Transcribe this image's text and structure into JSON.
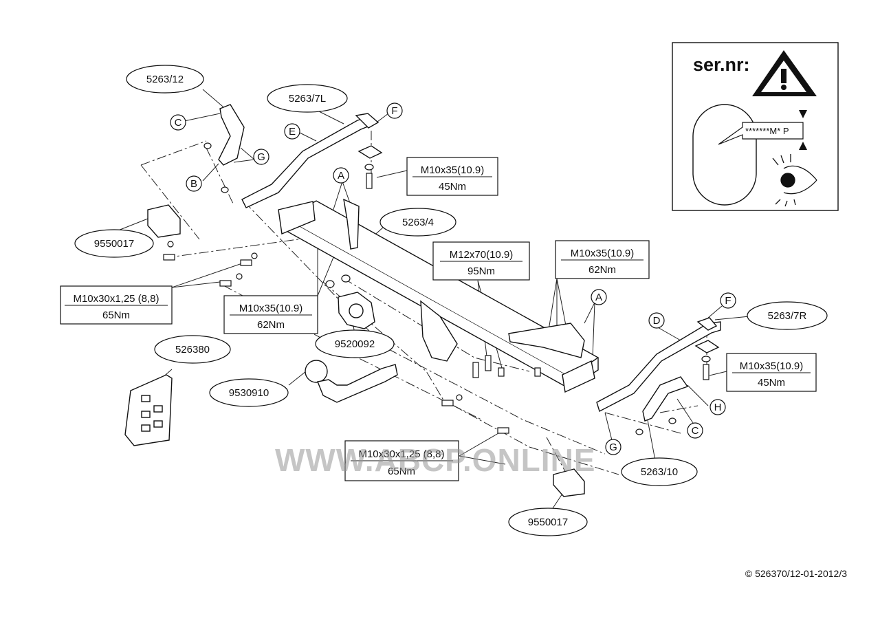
{
  "parts": {
    "p1": "5263/12",
    "p2": "5263/7L",
    "p3": "5263/4",
    "p4": "9550017",
    "p5": "526380",
    "p6": "9520092",
    "p7": "9530910",
    "p8": "5263/7R",
    "p9": "5263/10",
    "p10": "9550017"
  },
  "letters": {
    "c1": "C",
    "b1": "B",
    "g1": "G",
    "e1": "E",
    "f1": "F",
    "a1": "A",
    "a2": "A",
    "f2": "F",
    "d1": "D",
    "h1": "H",
    "c2": "C",
    "g2": "G"
  },
  "specs": {
    "s1": {
      "bolt": "M10x35(10.9)",
      "torque": "45Nm"
    },
    "s2": {
      "bolt": "M10x30x1,25 (8,8)",
      "torque": "65Nm"
    },
    "s3": {
      "bolt": "M10x35(10.9)",
      "torque": "62Nm"
    },
    "s4": {
      "bolt": "M12x70(10.9)",
      "torque": "95Nm"
    },
    "s5": {
      "bolt": "M10x35(10.9)",
      "torque": "62Nm"
    },
    "s6": {
      "bolt": "M10x35(10.9)",
      "torque": "45Nm"
    },
    "s7": {
      "bolt": "M10x30x1,25 (8,8)",
      "torque": "65Nm"
    }
  },
  "serial_box": {
    "title": "ser.nr:",
    "plate": "*******M* P"
  },
  "copyright": "© 526370/12-01-2012/3",
  "watermark": "WWW.ABCP.ONLINE"
}
